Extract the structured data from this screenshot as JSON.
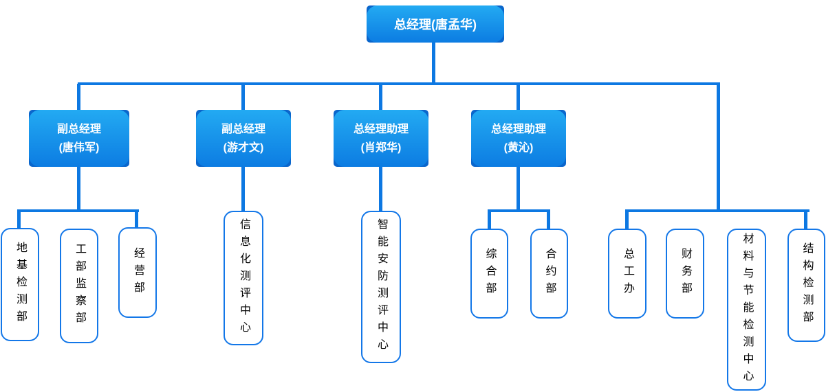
{
  "org": {
    "root": {
      "label": "总经理(唐孟华)"
    },
    "managers": [
      {
        "title": "副总经理",
        "name": "(唐伟军)"
      },
      {
        "title": "副总经理",
        "name": "(游才文)"
      },
      {
        "title": "总经理助理",
        "name": "(肖郑华)"
      },
      {
        "title": "总经理助理",
        "name": "(黄沁)"
      }
    ],
    "departments": [
      {
        "label": "地基检测部"
      },
      {
        "label": "工部监察部"
      },
      {
        "label": "经营部"
      },
      {
        "label": "信息化测评中心"
      },
      {
        "label": "智能安防测评中心"
      },
      {
        "label": "综合部"
      },
      {
        "label": "合约部"
      },
      {
        "label": "总工办"
      },
      {
        "label": "财务部"
      },
      {
        "label": "材料与节能检测中心"
      },
      {
        "label": "结构检测部"
      }
    ],
    "colors": {
      "connector": "#0d78e2",
      "node_gradient_top": "#23aaf2",
      "node_gradient_bottom": "#0c7ce2",
      "node_corner_back": "#0a66cc",
      "dept_border": "#1377e8",
      "dept_text": "#000000",
      "node_text": "#ffffff"
    }
  }
}
